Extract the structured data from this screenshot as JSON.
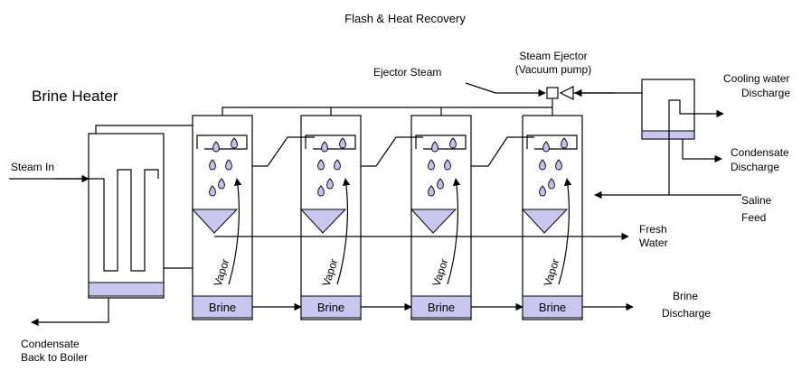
{
  "diagram": {
    "title": "Flash & Heat Recovery",
    "brine_heater_label": "Brine Heater",
    "steam_in_label": "Steam In",
    "condensate_back": [
      "Condensate",
      "Back to Boiler"
    ],
    "ejector_steam_label": "Ejector Steam",
    "steam_ejector_label": [
      "Steam Ejector",
      "(Vacuum pump)"
    ],
    "cooling_water_discharge": [
      "Cooling water",
      "Discharge"
    ],
    "condensate_discharge": [
      "Condensate",
      "Discharge"
    ],
    "saline_feed": [
      "Saline",
      "Feed"
    ],
    "fresh_water": [
      "Fresh",
      "Water"
    ],
    "brine_discharge": [
      "Brine",
      "Discharge"
    ],
    "stages": [
      {
        "brine_label": "Brine",
        "vapor_label": "Vapor"
      },
      {
        "brine_label": "Brine",
        "vapor_label": "Vapor"
      },
      {
        "brine_label": "Brine",
        "vapor_label": "Vapor"
      },
      {
        "brine_label": "Brine",
        "vapor_label": "Vapor"
      }
    ],
    "colors": {
      "tray_fill": "#c9c6f0",
      "drop_fill": "#c2bfee",
      "line": "#000000"
    }
  }
}
